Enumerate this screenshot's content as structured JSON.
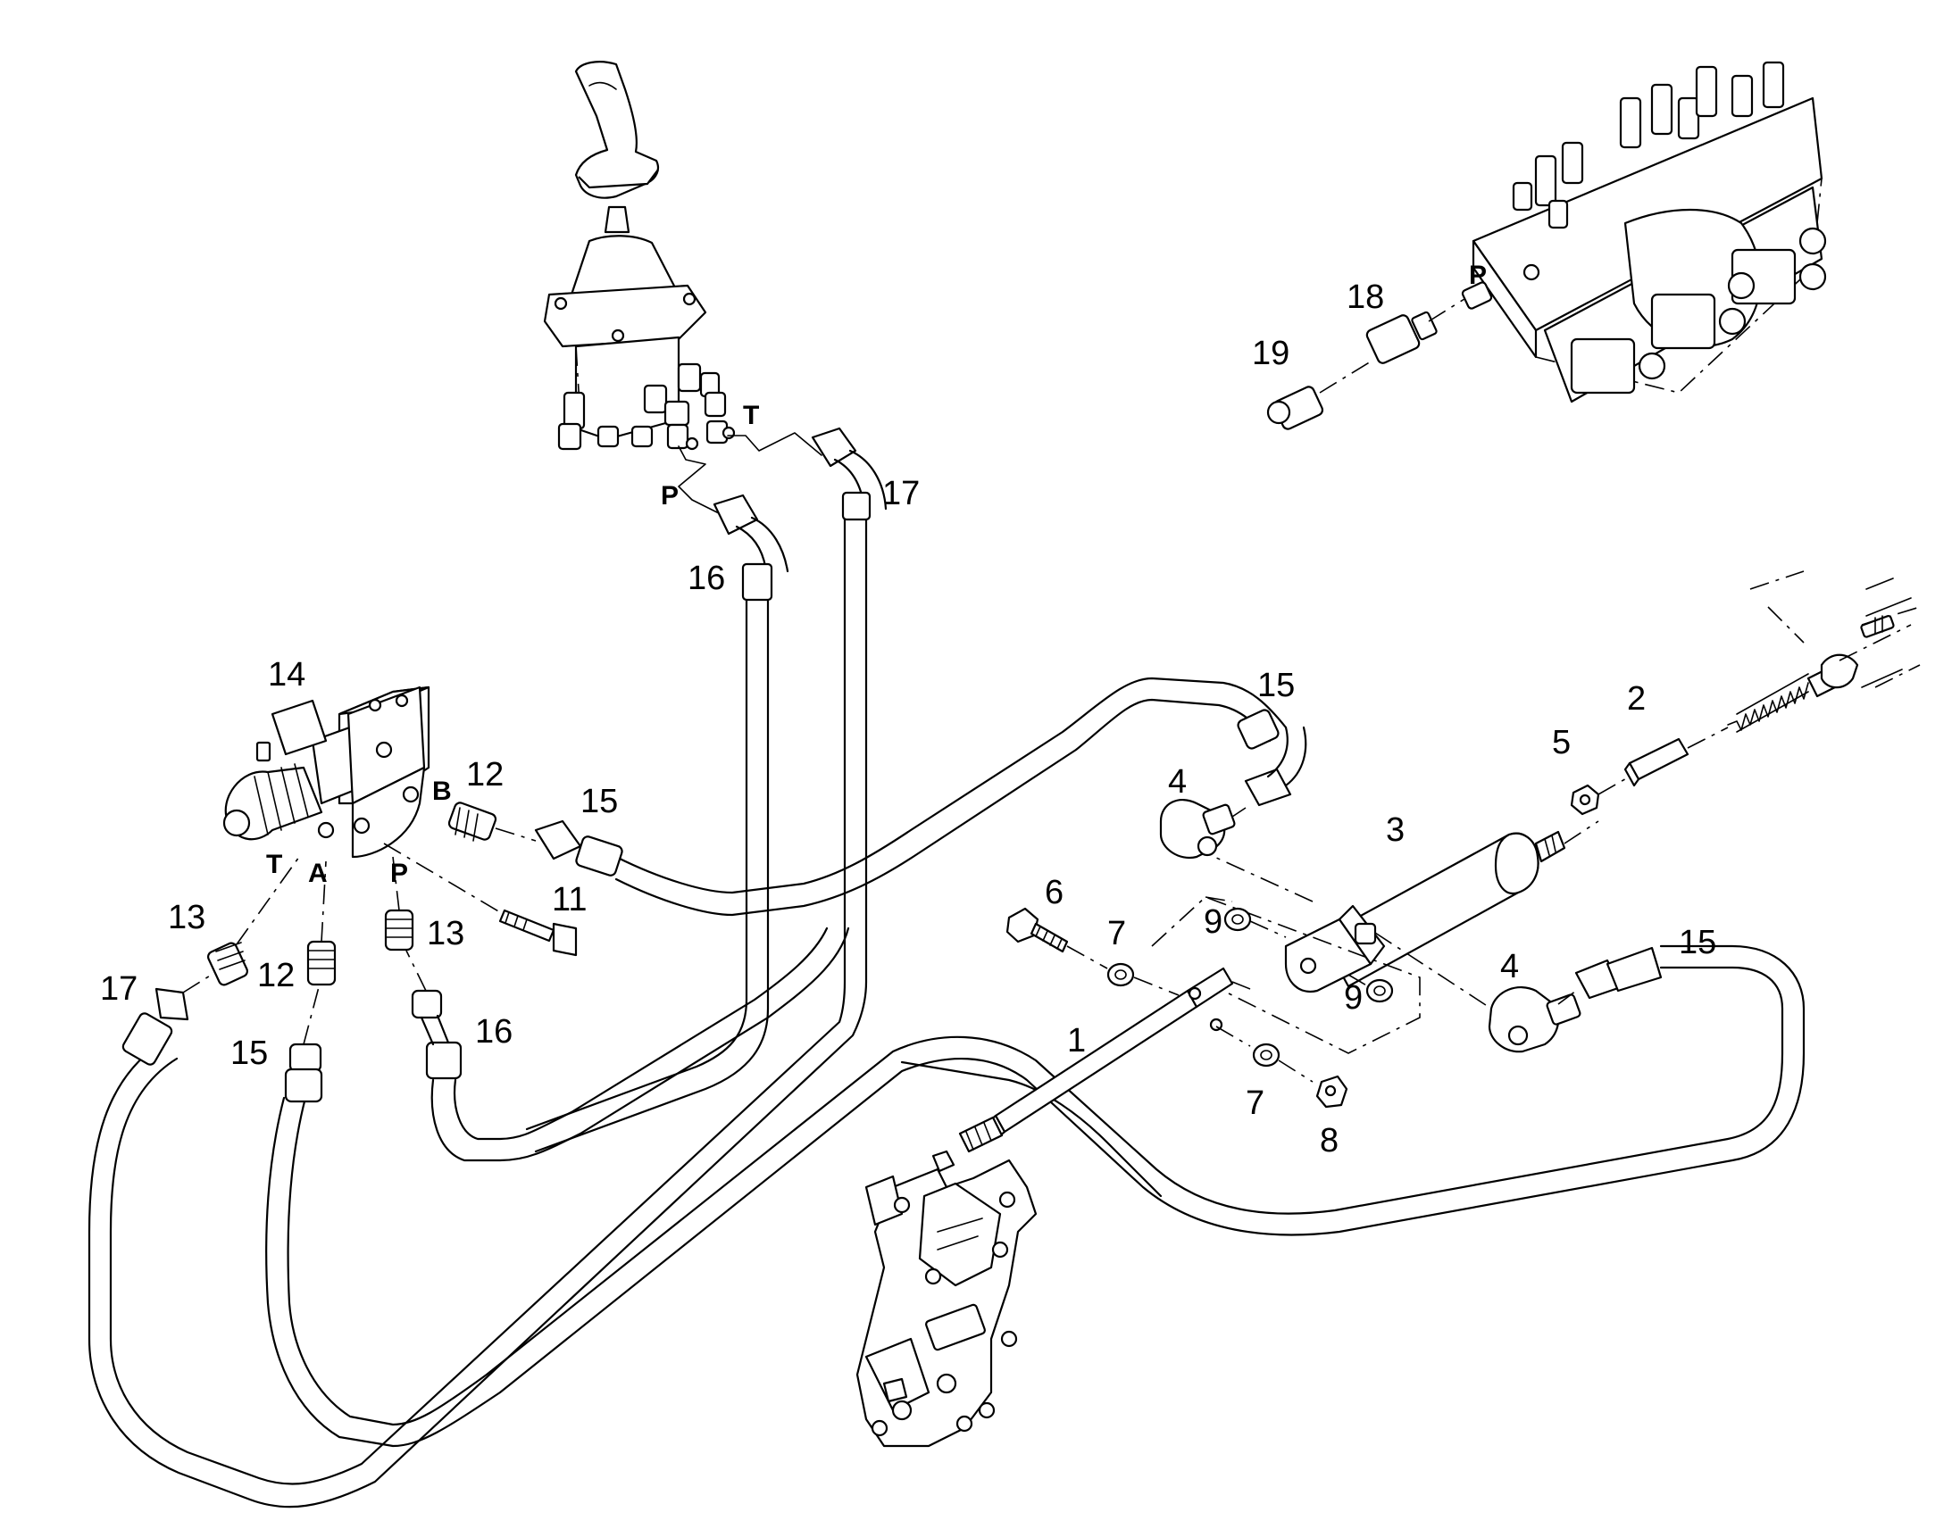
{
  "callouts": {
    "c1": "1",
    "c2": "2",
    "c3": "3",
    "c4a": "4",
    "c4b": "4",
    "c5": "5",
    "c6": "6",
    "c7a": "7",
    "c7b": "7",
    "c8": "8",
    "c9a": "9",
    "c9b": "9",
    "c11": "11",
    "c12a": "12",
    "c12b": "12",
    "c13a": "13",
    "c13b": "13",
    "c14": "14",
    "c15a": "15",
    "c15b": "15",
    "c15c": "15",
    "c15d": "15",
    "c16a": "16",
    "c16b": "16",
    "c17a": "17",
    "c17b": "17",
    "c18": "18",
    "c19": "19"
  },
  "ports": {
    "joystick_t": "T",
    "joystick_p": "P",
    "valve_p": "P",
    "solenoid_b": "B",
    "solenoid_t": "T",
    "solenoid_a": "A",
    "solenoid_p": "P"
  }
}
